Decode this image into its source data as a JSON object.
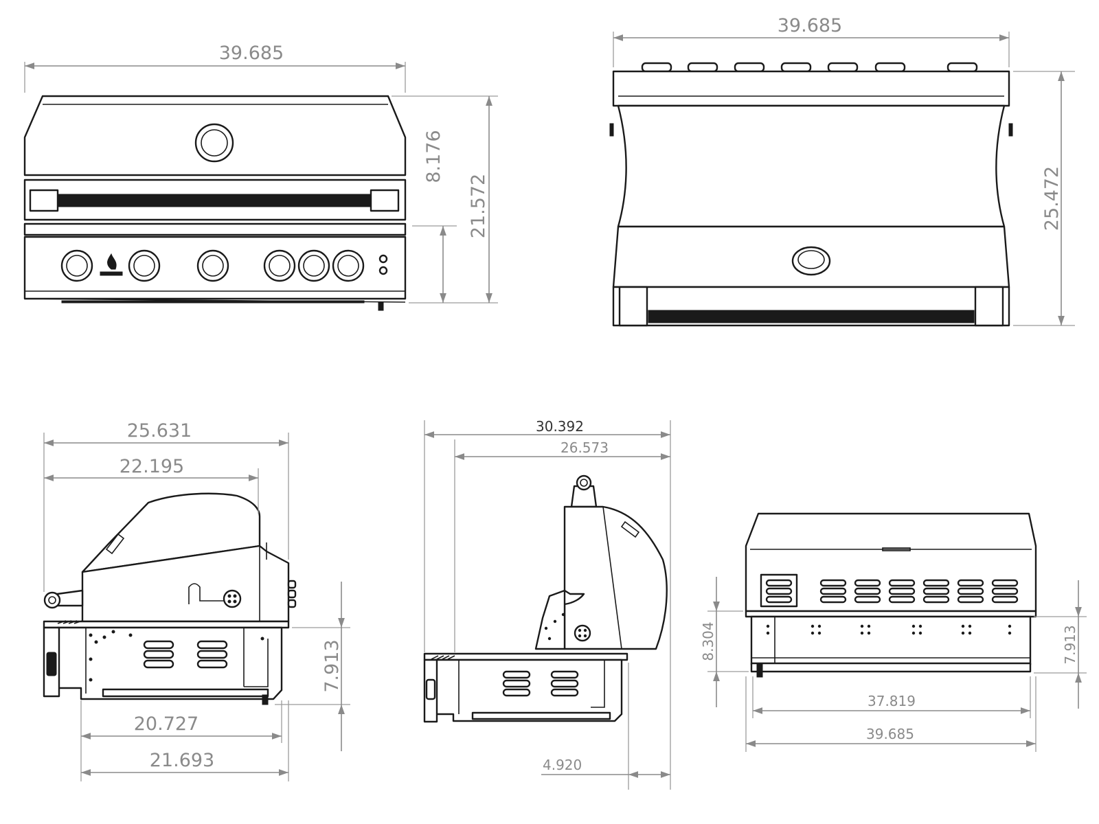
{
  "views": {
    "front": {
      "width": "39.685",
      "lid_height": "8.176",
      "total_height": "21.572"
    },
    "top": {
      "width": "39.685",
      "depth": "25.472"
    },
    "side_closed": {
      "overall_depth": "25.631",
      "hood_depth": "22.195",
      "body_height": "7.913",
      "base_depth": "20.727",
      "bottom_depth": "21.693"
    },
    "side_open": {
      "overall_depth": "30.392",
      "inner_depth": "26.573",
      "offset": "4.920"
    },
    "rear": {
      "body_height_left": "8.304",
      "body_height_right": "7.913",
      "inner_width": "37.819",
      "width": "39.685"
    }
  },
  "colors": {
    "line": "#1a1a1a",
    "dimension": "#8a8a8a"
  }
}
